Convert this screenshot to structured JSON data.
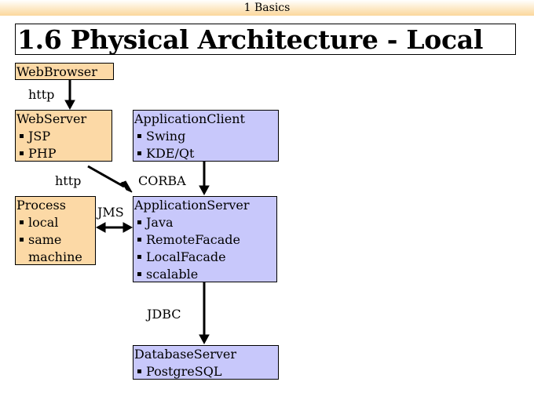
{
  "header": {
    "text": "1 Basics"
  },
  "title": "1.6 Physical Architecture - Local",
  "nodes": {
    "web_browser": {
      "title": "WebBrowser"
    },
    "web_server": {
      "title": "WebServer",
      "items": [
        "JSP",
        "PHP"
      ]
    },
    "app_client": {
      "title": "ApplicationClient",
      "items": [
        "Swing",
        "KDE/Qt"
      ]
    },
    "process": {
      "title": "Process",
      "items": [
        "local",
        "same",
        "machine"
      ]
    },
    "app_server": {
      "title": "ApplicationServer",
      "items": [
        "Java",
        "RemoteFacade",
        "LocalFacade",
        "scalable"
      ]
    },
    "db_server": {
      "title": "DatabaseServer",
      "items": [
        "PostgreSQL"
      ]
    }
  },
  "edges": {
    "browser_server": "http",
    "server_appserver": "http",
    "client_appserver": "CORBA",
    "process_appserver": "JMS",
    "appserver_db": "JDBC"
  },
  "colors": {
    "client_side": "#fcd9a6",
    "server_side": "#c8c8fb"
  }
}
